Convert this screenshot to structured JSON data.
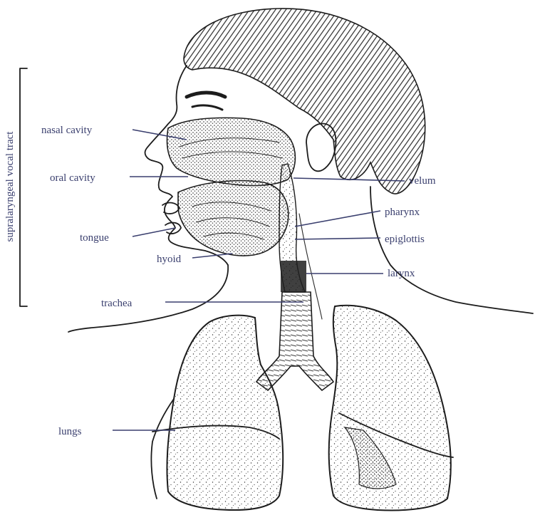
{
  "labels": {
    "nasal_cavity": "nasal cavity",
    "oral_cavity": "oral cavity",
    "tongue": "tongue",
    "hyoid": "hyoid",
    "trachea": "trachea",
    "lungs": "lungs",
    "velum": "velum",
    "pharynx": "pharynx",
    "epiglottis": "epiglottis",
    "larynx": "larynx",
    "supralaryngeal_vocal_tract": "supralaryngeal vocal tract"
  },
  "colors": {
    "label_ink": "#3a3f6e",
    "outline_ink": "#1c1c1c",
    "stipple": "#333333",
    "hair": "#2b2b2b"
  }
}
